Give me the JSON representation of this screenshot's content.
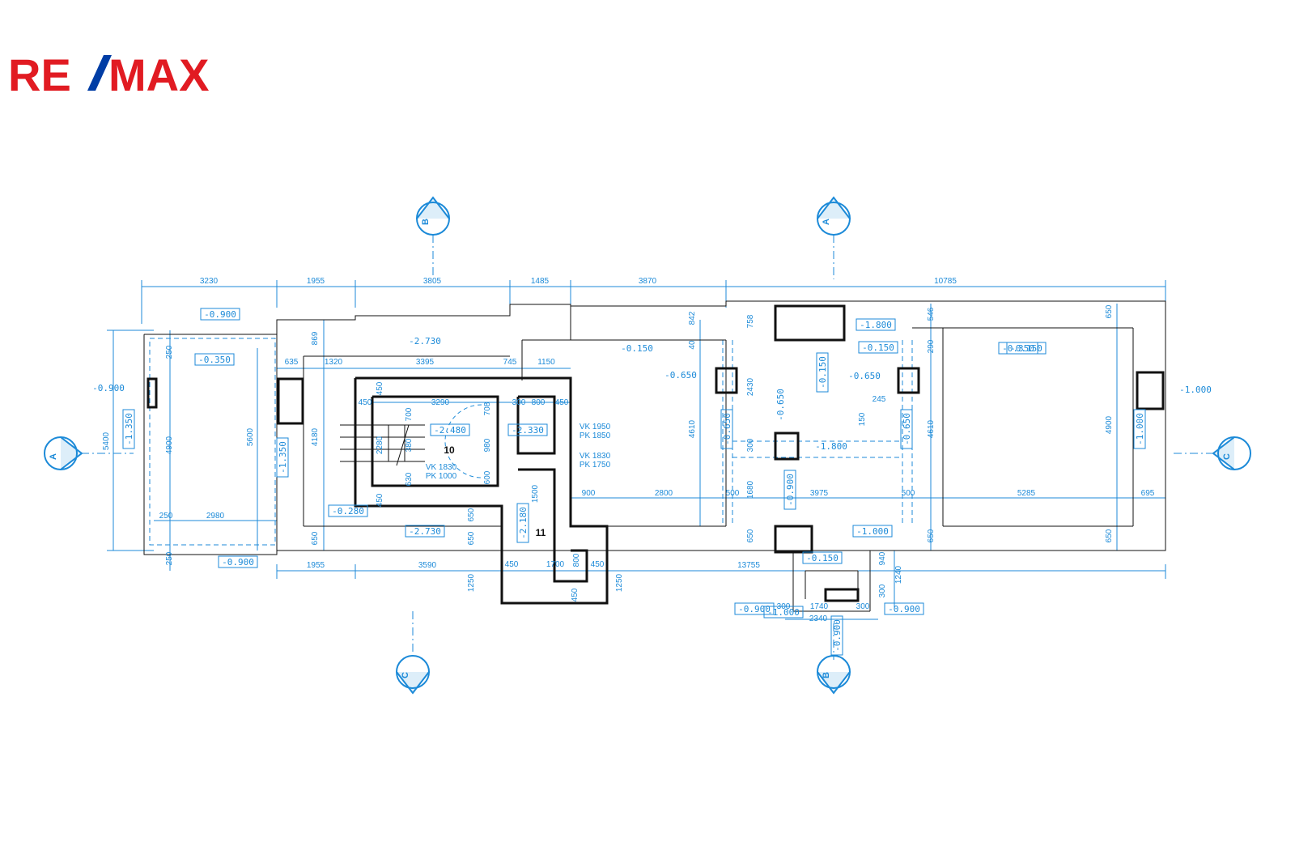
{
  "logo": {
    "text_left": "RE",
    "text_right": "MAX",
    "brand_red": "#e11b22",
    "brand_blue": "#003da5"
  },
  "colors": {
    "drawing_blue": "#1c8ad8",
    "wall": "#111111"
  },
  "section_markers": [
    "B",
    "A",
    "C",
    "B",
    "A",
    "C"
  ],
  "rooms": [
    "10",
    "11"
  ],
  "top_dims": [
    "3230",
    "1955",
    "3805",
    "1485",
    "3870",
    "10785"
  ],
  "bottom_dims": [
    "1955",
    "3590",
    "13755",
    "1250",
    "450",
    "1700",
    "800",
    "450",
    "450",
    "1250"
  ],
  "inner_dims": [
    "635",
    "1320",
    "3395",
    "745",
    "1150",
    "450",
    "3290",
    "300",
    "800",
    "450",
    "708",
    "700",
    "980",
    "600",
    "2280",
    "380",
    "630",
    "450",
    "450",
    "650",
    "1500",
    "650",
    "900",
    "2800",
    "500",
    "3975",
    "500",
    "5285",
    "695",
    "250",
    "2980",
    "250",
    "250",
    "4900",
    "5600",
    "5400",
    "869",
    "4180",
    "650",
    "842",
    "40",
    "758",
    "2430",
    "300",
    "1680",
    "650",
    "4610",
    "546",
    "290",
    "4610",
    "650",
    "650",
    "4900",
    "650",
    "245",
    "150",
    "940",
    "1240",
    "300",
    "300",
    "1740",
    "300",
    "2340"
  ],
  "levels": [
    "-0.900",
    "-0.350",
    "-0.900",
    "-1.350",
    "-0.900",
    "-2.730",
    "-2.480",
    "-2.330",
    "-0.280",
    "-2.730",
    "-2.180",
    "-0.150",
    "-0.650",
    "-0.150",
    "-1.800",
    "-0.150",
    "-1.800",
    "-0.650",
    "-0.650",
    "-0.650",
    "-0.150",
    "-1.000",
    "-1.000",
    "-1.000",
    "-1.350",
    "-0.900",
    "-0.150",
    "-0.900",
    "-0.900",
    "-0.900",
    "-0.650",
    "-0.350",
    "-1.000"
  ],
  "notes": [
    "VK 1950",
    "PK 1850",
    "VK 1830",
    "PK 1750",
    "VK 1830",
    "PK 1000"
  ]
}
